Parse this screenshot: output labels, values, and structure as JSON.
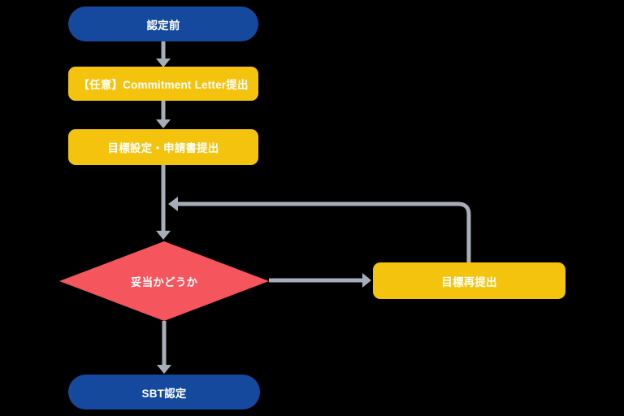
{
  "diagram": {
    "type": "flowchart",
    "title": "SBT certification process flow",
    "colors": {
      "blue": "#14499E",
      "yellow": "#F3C30D",
      "red": "#F5555C",
      "connector": "#A6AFB9",
      "text": "#FFFFFF",
      "background": "#000000"
    },
    "nodes": [
      {
        "id": "start",
        "shape": "pill",
        "color": "#14499E",
        "label": "認定前"
      },
      {
        "id": "commitment-letter",
        "shape": "rect",
        "color": "#F3C30D",
        "label": "【任意】Commitment Letter提出"
      },
      {
        "id": "goal-setting",
        "shape": "rect",
        "color": "#F3C30D",
        "label": "目標設定・申請書提出"
      },
      {
        "id": "validity-check",
        "shape": "diamond",
        "color": "#F5555C",
        "label": "妥当かどうか"
      },
      {
        "id": "goal-resubmission",
        "shape": "rect",
        "color": "#F3C30D",
        "label": "目標再提出"
      },
      {
        "id": "end",
        "shape": "pill",
        "color": "#14499E",
        "label": "SBT認定"
      }
    ],
    "edges": [
      {
        "from": "start",
        "to": "commitment-letter",
        "direction": "down"
      },
      {
        "from": "commitment-letter",
        "to": "goal-setting",
        "direction": "down"
      },
      {
        "from": "goal-setting",
        "to": "validity-check",
        "direction": "down"
      },
      {
        "from": "validity-check",
        "to": "goal-resubmission",
        "direction": "right"
      },
      {
        "from": "goal-resubmission",
        "to": "goal-setting-to-validity-line",
        "direction": "up-then-left",
        "note": "feedback loop"
      },
      {
        "from": "validity-check",
        "to": "end",
        "direction": "down"
      }
    ]
  }
}
